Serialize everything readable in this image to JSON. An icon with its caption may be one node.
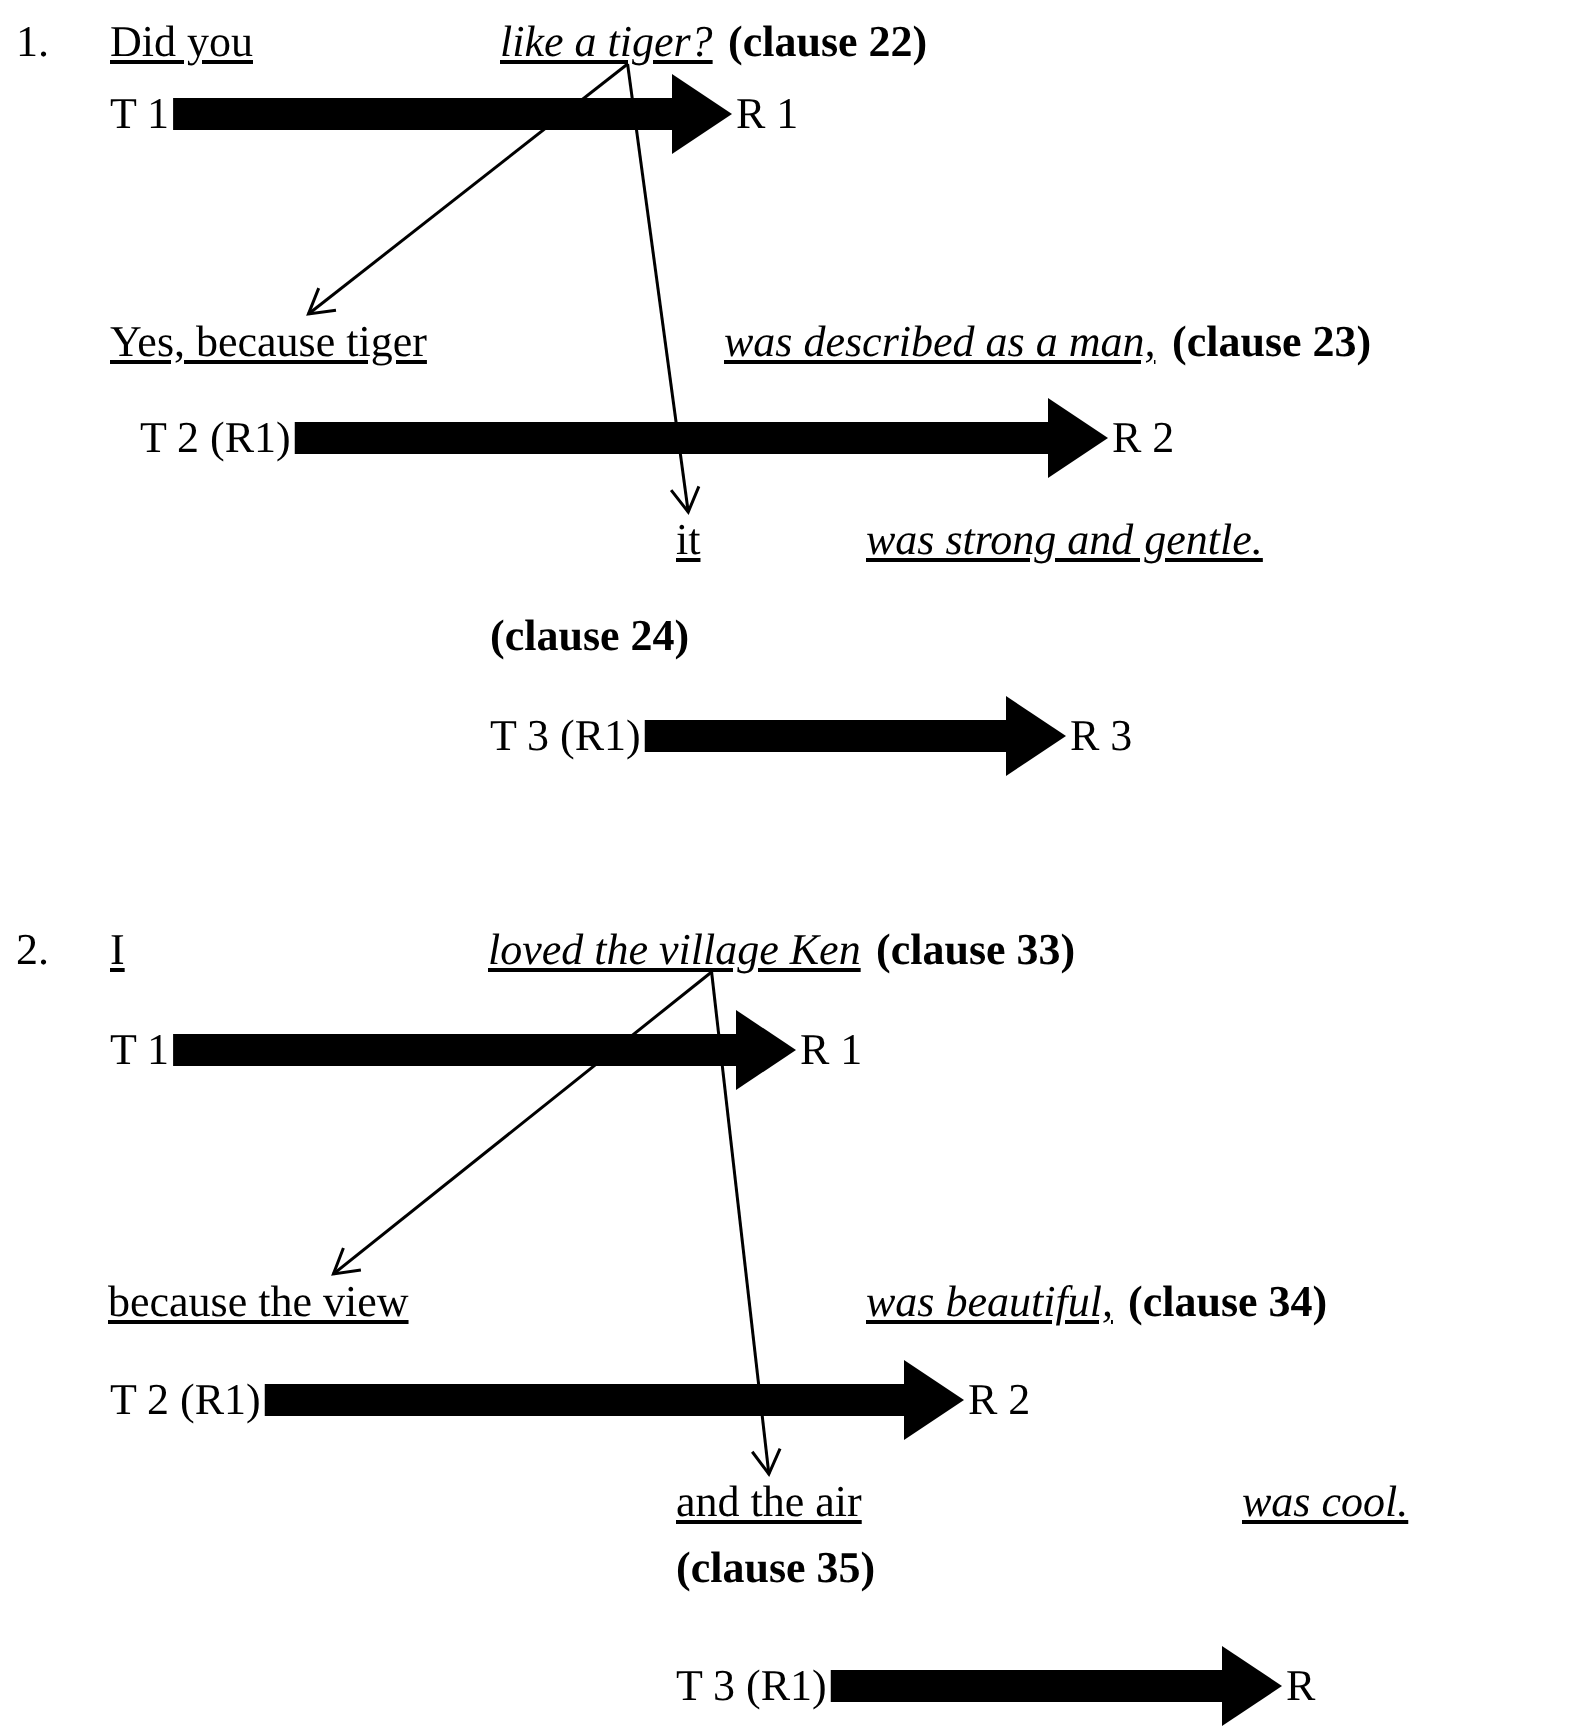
{
  "diagram": {
    "nodes": [
      {
        "text": [
          "Did you"
        ]
      },
      {
        "text": [
          "like a tiger?"
        ],
        "beside": [
          "(clause 22)"
        ]
      },
      {
        "text": [
          "T 1"
        ]
      },
      {
        "text": [
          "R 1"
        ]
      },
      {
        "text": [
          "Yes, because tiger"
        ]
      },
      {
        "text": [
          "was described as a man,"
        ],
        "beside": [
          "(clause 23)"
        ]
      },
      {
        "text": [
          "T 2 (R1)"
        ]
      },
      {
        "text": [
          "R 2"
        ]
      },
      {
        "text": [
          "it"
        ]
      },
      {
        "text": [
          "was strong and gentle."
        ]
      },
      {
        "text": [
          "T 3 (R1)"
        ]
      },
      {
        "text": [
          "R 3"
        ]
      },
      {
        "text": [
          "I"
        ]
      },
      {
        "text": [
          "loved the village Ken"
        ],
        "beside": [
          "(clause 33)"
        ]
      },
      {
        "text": [
          "T 1"
        ]
      },
      {
        "text": [
          "R 1"
        ]
      },
      {
        "text": [
          "because the view"
        ]
      },
      {
        "text": [
          "was beautiful,"
        ],
        "beside": [
          "(clause 34)"
        ]
      },
      {
        "text": [
          "T 2 (R1)"
        ]
      },
      {
        "text": [
          "R 2"
        ]
      },
      {
        "text": [
          "and the air"
        ]
      },
      {
        "text": [
          "was cool."
        ]
      },
      {
        "text": [
          "T 3 (R1)"
        ]
      },
      {
        "text": [
          "R"
        ]
      }
    ],
    "edges": [
      {
        "from": 2,
        "to": 3,
        "arrow": "to"
      },
      {
        "from": 1,
        "to": 4,
        "arrow": "to"
      },
      {
        "from": 1,
        "to": 8,
        "arrow": "to"
      },
      {
        "from": 6,
        "to": 7,
        "arrow": "to"
      },
      {
        "from": 10,
        "to": 11,
        "arrow": "to"
      },
      {
        "from": 14,
        "to": 15,
        "arrow": "to"
      },
      {
        "from": 13,
        "to": 16,
        "arrow": "to"
      },
      {
        "from": 13,
        "to": 20,
        "arrow": "to"
      },
      {
        "from": 18,
        "to": 19,
        "arrow": "to"
      },
      {
        "from": 22,
        "to": 23,
        "arrow": "to"
      }
    ],
    "labels": [
      "1.",
      "(clause 24)",
      "2.",
      "(clause 35)"
    ]
  }
}
